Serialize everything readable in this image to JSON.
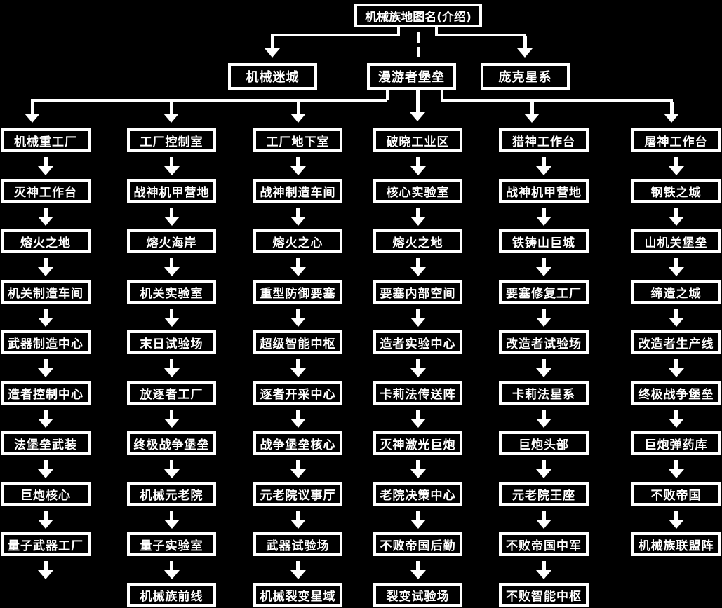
{
  "title": "机械族地图名(介绍)",
  "level2": [
    "机械迷城",
    "漫游者堡垒",
    "庞克星系"
  ],
  "colors": {
    "background": "#000000",
    "box_border": "#ffffff",
    "text": "#ffffff",
    "connector": "#ffffff"
  },
  "columns": [
    {
      "items": [
        "机械重工厂",
        "灭神工作台",
        "熔火之地",
        "机关制造车间",
        "武器制造中心",
        "造者控制中心",
        "法堡垒武装",
        "巨炮核心",
        "量子武器工厂"
      ],
      "trailing_arrow": true
    },
    {
      "items": [
        "工厂控制室",
        "战神机甲营地",
        "熔火海岸",
        "机关实验室",
        "末日试验场",
        "放逐者工厂",
        "终极战争堡垒",
        "机械元老院",
        "量子实验室",
        "机械族前线"
      ],
      "trailing_arrow": false
    },
    {
      "items": [
        "工厂地下室",
        "战神制造车间",
        "熔火之心",
        "重型防御要塞",
        "超级智能中枢",
        "逐者开采中心",
        "战争堡垒核心",
        "元老院议事厅",
        "武器试验场",
        "机械裂变星域"
      ],
      "trailing_arrow": false
    },
    {
      "items": [
        "破晓工业区",
        "核心实验室",
        "熔火之地",
        "要塞内部空间",
        "造者实验中心",
        "卡莉法传送阵",
        "灭神激光巨炮",
        "老院决策中心",
        "不败帝国后勤",
        "裂变试验场"
      ],
      "trailing_arrow": false
    },
    {
      "items": [
        "猎神工作台",
        "战神机甲营地",
        "铁铸山巨城",
        "要塞修复工厂",
        "改造者试验场",
        "卡莉法星系",
        "巨炮头部",
        "元老院王座",
        "不败帝国中军",
        "不败智能中枢"
      ],
      "trailing_arrow": false
    },
    {
      "items": [
        "屠神工作台",
        "钢铁之城",
        "山机关堡垒",
        "缔造之城",
        "改造者生产线",
        "终极战争堡垒",
        "巨炮弹药库",
        "不败帝国",
        "机械族联盟阵"
      ],
      "trailing_arrow": false
    }
  ]
}
